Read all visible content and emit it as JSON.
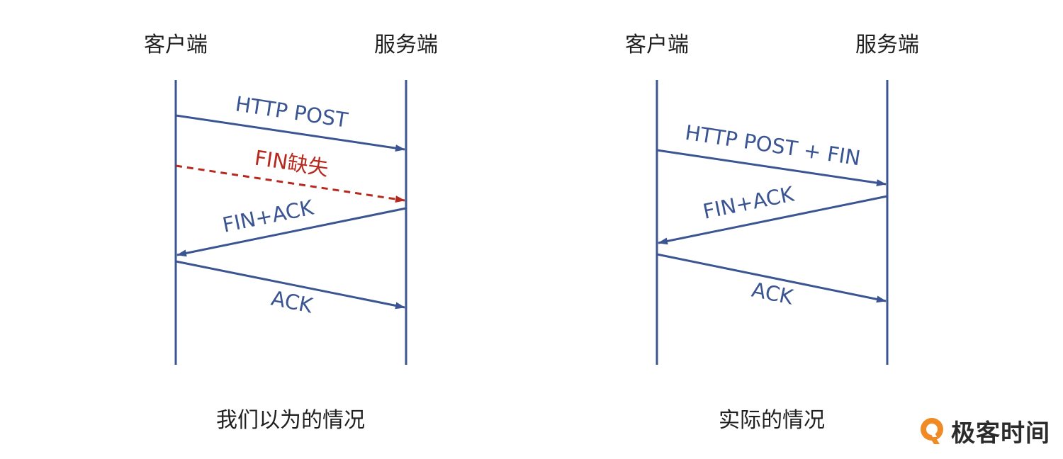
{
  "colors": {
    "line": "#3b5593",
    "lost": "#b7291e",
    "text": "#1f1f1f",
    "logo_orange": "#f08a24"
  },
  "left": {
    "client_label": "客户端",
    "server_label": "服务端",
    "caption": "我们以为的情况",
    "messages": [
      {
        "text": "HTTP POST",
        "from": "client",
        "to": "server",
        "style": "solid"
      },
      {
        "text": "FIN缺失",
        "from": "client",
        "to": "server",
        "style": "dashed-lost"
      },
      {
        "text": "FIN+ACK",
        "from": "server",
        "to": "client",
        "style": "solid"
      },
      {
        "text": "ACK",
        "from": "client",
        "to": "server",
        "style": "solid"
      }
    ]
  },
  "right": {
    "client_label": "客户端",
    "server_label": "服务端",
    "caption": "实际的情况",
    "messages": [
      {
        "text": "HTTP POST + FIN",
        "from": "client",
        "to": "server",
        "style": "solid"
      },
      {
        "text": "FIN+ACK",
        "from": "server",
        "to": "client",
        "style": "solid"
      },
      {
        "text": "ACK",
        "from": "client",
        "to": "server",
        "style": "solid"
      }
    ]
  },
  "logo": {
    "text": "极客时间",
    "icon": "geektime-logo-icon"
  }
}
